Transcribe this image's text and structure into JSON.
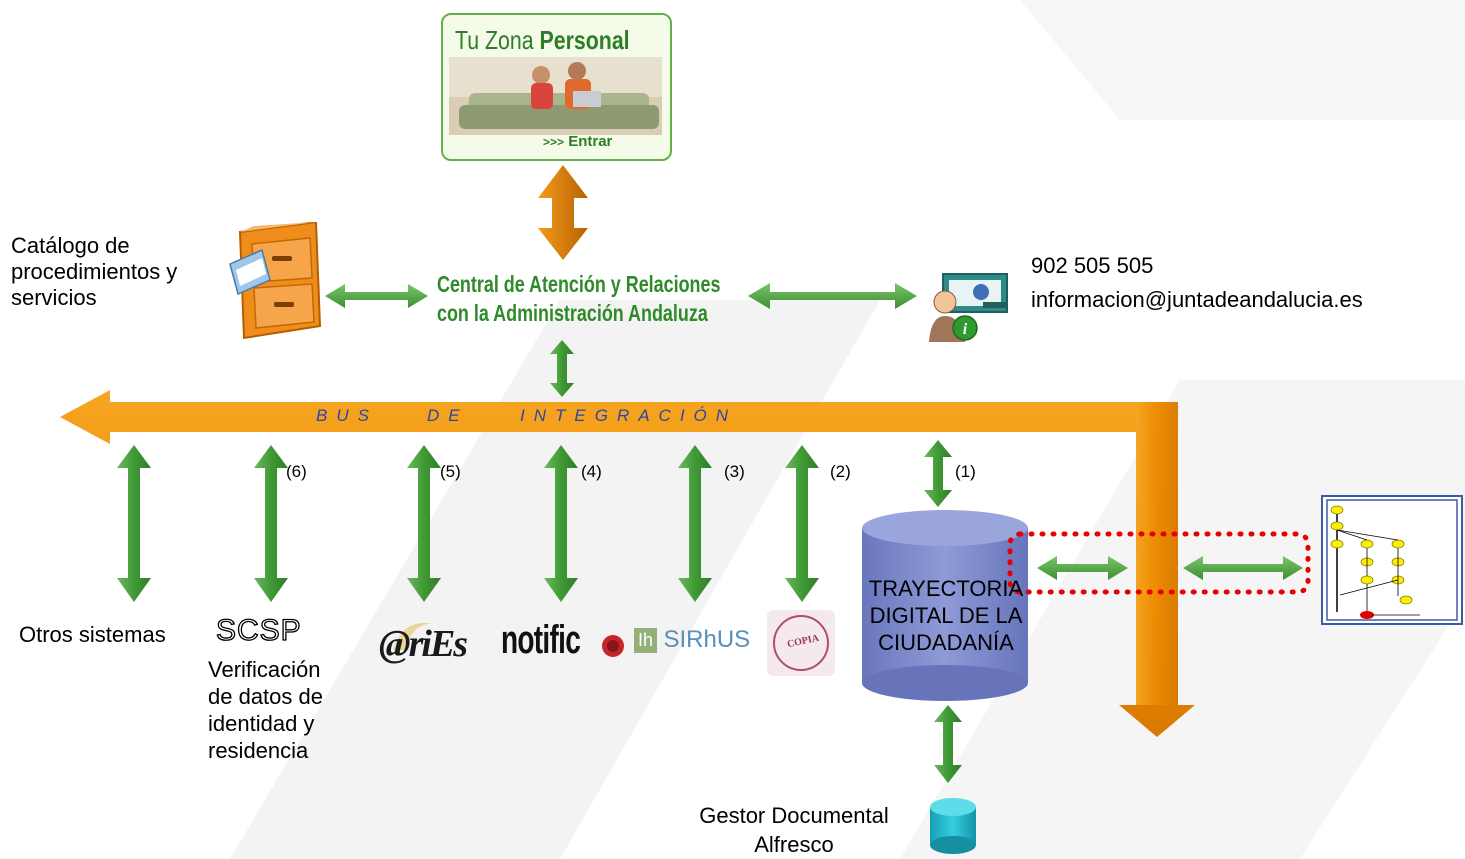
{
  "portal": {
    "title_light": "Tu Zona ",
    "title_bold": "Personal",
    "enter_prefix": ">>>",
    "enter_label": "Entrar"
  },
  "central": {
    "line1": "Central de Atención y Relaciones",
    "line2": "con la Administración Andaluza"
  },
  "catalog": {
    "line1": "Catálogo de",
    "line2": "procedimientos y",
    "line3": "servicios"
  },
  "contact": {
    "phone": "902 505 505",
    "email": "informacion@juntadeandalucia.es"
  },
  "bus": {
    "w1": "BUS",
    "w2": "DE",
    "w3": "INTEGRACIÓN"
  },
  "connectors": [
    "(6)",
    "(5)",
    "(4)",
    "(3)",
    "(2)",
    "(1)"
  ],
  "systems": {
    "otros": "Otros sistemas",
    "scsp": "SCSP",
    "scsp_desc": [
      "Verificación",
      "de datos de",
      "identidad y",
      "residencia"
    ],
    "aries": "@riEs",
    "notific": "notific",
    "sirhus_prefix": "Ih",
    "sirhus": "SIRhUS",
    "copia": "COPIA"
  },
  "trayectoria": [
    "TRAYECTORIA",
    "DIGITAL DE LA",
    "CIUDADANÍA"
  ],
  "gestor": {
    "line1": "Gestor Documental",
    "line2": "Alfresco"
  },
  "colors": {
    "orange": "#f08c00",
    "green": "#3f9a35",
    "cylinder": "#7f8cc9",
    "bus_text": "#2e46a8",
    "dotted": "#e60000"
  }
}
